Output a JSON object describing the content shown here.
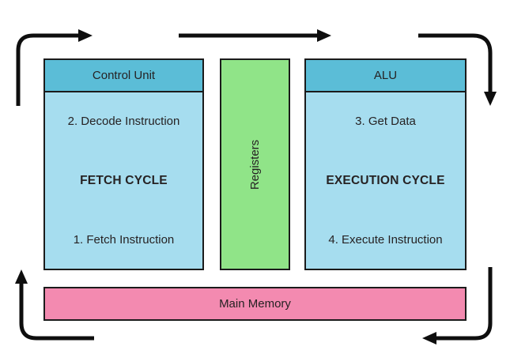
{
  "diagram": {
    "colors": {
      "header_fill": "#5bbdd7",
      "body_fill": "#a6ddef",
      "registers_fill": "#90e488",
      "memory_fill": "#f38ab0",
      "arrow": "#0e0e0e"
    },
    "fetch_unit": {
      "header": "Control Unit",
      "step_top": "2. Decode Instruction",
      "title": "FETCH CYCLE",
      "step_bottom": "1. Fetch Instruction"
    },
    "registers": {
      "label": "Registers"
    },
    "execution_unit": {
      "header": "ALU",
      "step_top": "3. Get Data",
      "title": "EXECUTION CYCLE",
      "step_bottom": "4. Execute Instruction"
    },
    "main_memory": {
      "label": "Main Memory"
    }
  }
}
